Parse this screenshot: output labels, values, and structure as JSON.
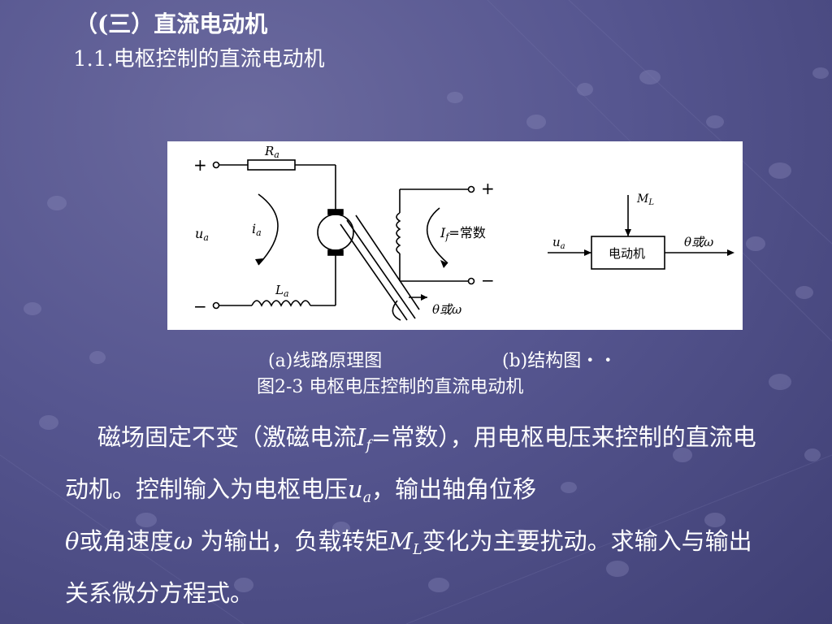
{
  "slide": {
    "title": "（(三）直流电动机",
    "subtitle": "1.1.电枢控制的直流电动机"
  },
  "figure": {
    "circuit": {
      "plus": "+",
      "minus": "−",
      "ra_label": "R",
      "ra_sub": "a",
      "la_label": "L",
      "la_sub": "a",
      "ua_label": "u",
      "ua_sub": "a",
      "ia_label": "i",
      "ia_sub": "a",
      "if_label": "I",
      "if_sub": "f",
      "if_const": "=常数",
      "output_label": "θ或ω"
    },
    "block": {
      "ml_label": "M",
      "ml_sub": "L",
      "input_label": "u",
      "input_sub": "a",
      "box_label": "电动机",
      "output_label": "θ或ω"
    }
  },
  "captions": {
    "a": "(a)线路原理图",
    "b": "(b)结构图・・",
    "figure": "图2-3  电枢电压控制的直流电动机"
  },
  "paragraph": {
    "p1": "磁场固定不变（激磁电流",
    "if_var": "I",
    "if_sub": "f",
    "p2": "=常数），用电枢电压来控制的直流电动机。控制输入为电枢电压",
    "ua_var": "u",
    "ua_sub": "a",
    "p3": "，输出轴角位移",
    "theta": "θ",
    "p4": "或角速度",
    "omega": "ω",
    "p5": " 为输出，负载转矩",
    "ml_var": "M",
    "ml_sub": "L",
    "p6": "变化为主要扰动。求输入与输出关系微分方程式。"
  }
}
